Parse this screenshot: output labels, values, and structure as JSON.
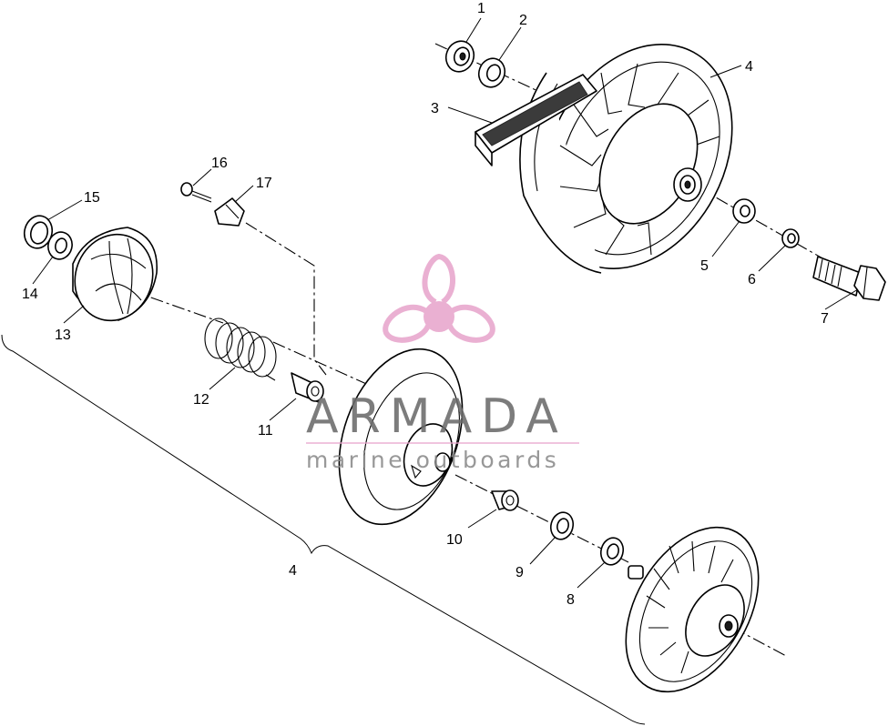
{
  "callouts": [
    "1",
    "2",
    "3",
    "4",
    "5",
    "6",
    "7",
    "8",
    "9",
    "10",
    "11",
    "12",
    "13",
    "14",
    "15",
    "16",
    "17",
    "4"
  ],
  "watermark": {
    "title": "ARMADA",
    "subtitle": "marine outboards",
    "icon": "propeller-icon",
    "title_color": "#6b6b6b",
    "subtitle_color": "#8a8a8a",
    "accent_color": "#e8a6cc"
  }
}
